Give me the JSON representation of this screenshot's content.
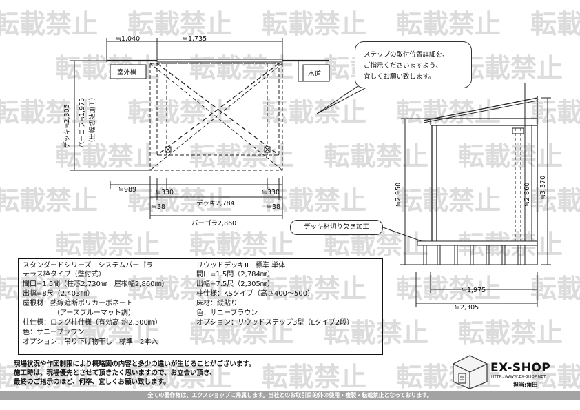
{
  "watermark": "転載禁止",
  "plan": {
    "dims_top": [
      "≒1,040",
      "≒1,735"
    ],
    "left_dims": [
      "デッキ≒2,305",
      "パーゴラ≒1,975",
      "（出幅切詰加工）"
    ],
    "outdoor_unit": "室外機",
    "water": "水道",
    "bottom_dims": [
      "≒989",
      "≒330",
      "≒330",
      "≒38",
      "≒38"
    ],
    "deck_width": "デッキ2,784",
    "pergola_width": "パーゴラ2,860"
  },
  "speech_bubble": [
    "ステップの取付位置詳細を、",
    "ご指示くださいますよう、",
    "宜しくお願い致します。"
  ],
  "side": {
    "heights": [
      "≒2,950",
      "≒2,860",
      "≒3,370"
    ],
    "callout": "デッキ材切り欠き加工",
    "bottom_dims": [
      "≒1,975",
      "≒2,305"
    ]
  },
  "spec": {
    "left": [
      "スタンダードシリーズ　システムパーゴラ",
      "テラス枠タイプ（壁付式）",
      "間口=1.5間（柱芯2,730㎜　屋根幅2,860㎜）",
      "出幅=8尺（2,403㎜）",
      "屋根材：熱線遮断ポリカーボネート",
      "（アースブルーマット調）",
      "柱仕様：ロング柱仕様（有効高 約2,300㎜）",
      "色：サニーブラウン",
      "オプション：吊り下げ物干し　標準　2本入"
    ],
    "right": [
      "リウッドデッキII　標準 単体",
      "間口=1.5間（2,784㎜）",
      "出幅=7.5尺（2,305㎜）",
      "柱仕様：KSタイプ（高さ400～500）",
      "床材：縦貼り",
      "色：サニーブラウン",
      "オプション：リウッドステップ3型（Lタイプ2段）"
    ]
  },
  "notice": [
    "現場状況や作図制限により概略図の内容と多少の違いが生じることがございます。",
    "施工時は、現場優先とさせて頂きたく思いますので、お立会い頂き、",
    "最終のご指示のほど、何卒、宜しくお願い致します。"
  ],
  "footer": "全ての著作権は、エクスショップに帰属します。当社とのお取引目的外の使用・複製・転載禁止となっております。",
  "logo": {
    "name": "EX-SHOP",
    "url": "HTTP://WWW.EX-SHOP.NET",
    "person": "担当:角田"
  }
}
